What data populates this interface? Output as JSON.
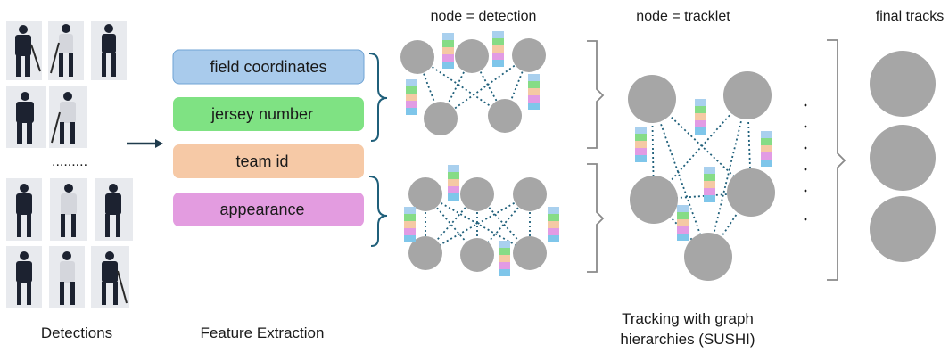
{
  "headers": {
    "detection_graph": "node = detection",
    "tracklet_graph": "node = tracklet",
    "final": "final tracks"
  },
  "detections": {
    "ellipsis": ".........",
    "caption": "Detections"
  },
  "features": {
    "items": [
      {
        "label": "field coordinates",
        "color": "#a9cbec"
      },
      {
        "label": "jersey number",
        "color": "#7fe283"
      },
      {
        "label": "team id",
        "color": "#f6c9a6"
      },
      {
        "label": "appearance",
        "color": "#e39ce0"
      }
    ],
    "caption": "Feature Extraction"
  },
  "tracking": {
    "caption_line1": "Tracking with graph",
    "caption_line2": "hierarchies (SUSHI)"
  },
  "colors": {
    "node": "#a6a6a6",
    "edge": "#1f5f7a",
    "brace": "#8a8a8a",
    "stack": [
      "#a9d0ee",
      "#86dc86",
      "#f5c9a4",
      "#e29be4",
      "#7fc6ea"
    ]
  }
}
